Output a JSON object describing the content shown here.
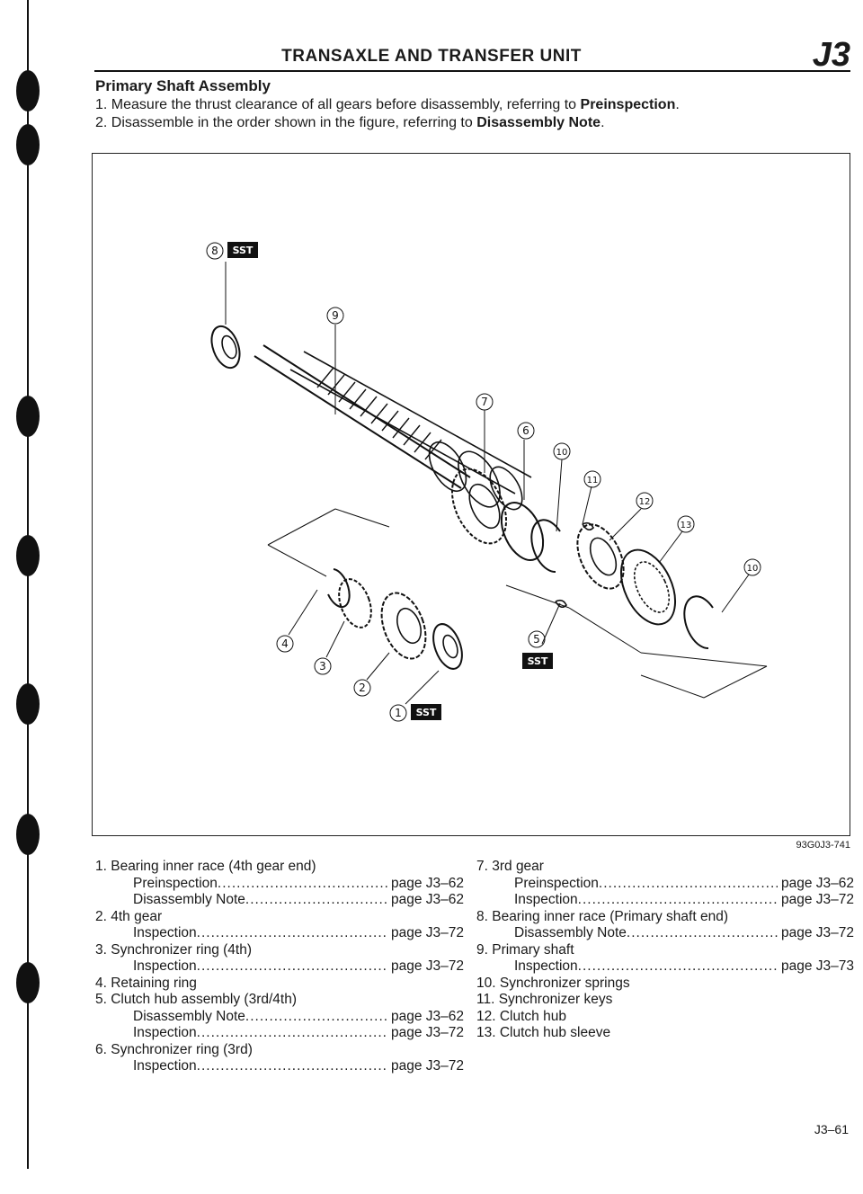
{
  "header": {
    "title": "TRANSAXLE AND TRANSFER UNIT",
    "code": "J3"
  },
  "section": {
    "heading": "Primary Shaft Assembly",
    "step1_text": "1. Measure the thrust clearance of all gears before disassembly, referring to ",
    "step1_bold": "Preinspection",
    "step1_end": ".",
    "step2_text": "2. Disassemble in the order shown in the figure, referring to ",
    "step2_bold": "Disassembly Note",
    "step2_end": "."
  },
  "figure": {
    "code": "93G0J3-741",
    "sst_label": "SST",
    "callouts": [
      "1",
      "2",
      "3",
      "4",
      "5",
      "6",
      "7",
      "8",
      "9",
      "10",
      "11",
      "12",
      "13",
      "10"
    ]
  },
  "legend": {
    "left": [
      {
        "label": "1. Bearing inner race (4th gear end)",
        "subs": [
          {
            "name": "Preinspection",
            "page": "page J3–62"
          },
          {
            "name": "Disassembly Note",
            "page": "page J3–62"
          }
        ]
      },
      {
        "label": "2. 4th gear",
        "subs": [
          {
            "name": "Inspection",
            "page": "page J3–72"
          }
        ]
      },
      {
        "label": "3. Synchronizer ring (4th)",
        "subs": [
          {
            "name": "Inspection",
            "page": "page J3–72"
          }
        ]
      },
      {
        "label": "4. Retaining ring",
        "subs": []
      },
      {
        "label": "5. Clutch hub assembly (3rd/4th)",
        "subs": [
          {
            "name": "Disassembly Note",
            "page": "page J3–62"
          },
          {
            "name": "Inspection",
            "page": "page J3–72"
          }
        ]
      },
      {
        "label": "6. Synchronizer ring (3rd)",
        "subs": [
          {
            "name": "Inspection",
            "page": "page J3–72"
          }
        ]
      }
    ],
    "right": [
      {
        "label": "7. 3rd gear",
        "subs": [
          {
            "name": "Preinspection",
            "page": "page J3–62"
          },
          {
            "name": "Inspection",
            "page": "page J3–72"
          }
        ]
      },
      {
        "label": "8. Bearing inner race (Primary shaft end)",
        "subs": [
          {
            "name": "Disassembly Note",
            "page": "page J3–72"
          }
        ]
      },
      {
        "label": "9. Primary shaft",
        "subs": [
          {
            "name": "Inspection",
            "page": "page J3–73"
          }
        ]
      },
      {
        "label": "10. Synchronizer springs",
        "subs": []
      },
      {
        "label": "11. Synchronizer keys",
        "subs": []
      },
      {
        "label": "12. Clutch hub",
        "subs": []
      },
      {
        "label": "13. Clutch hub sleeve",
        "subs": []
      }
    ]
  },
  "footer": {
    "page_number": "J3–61"
  }
}
